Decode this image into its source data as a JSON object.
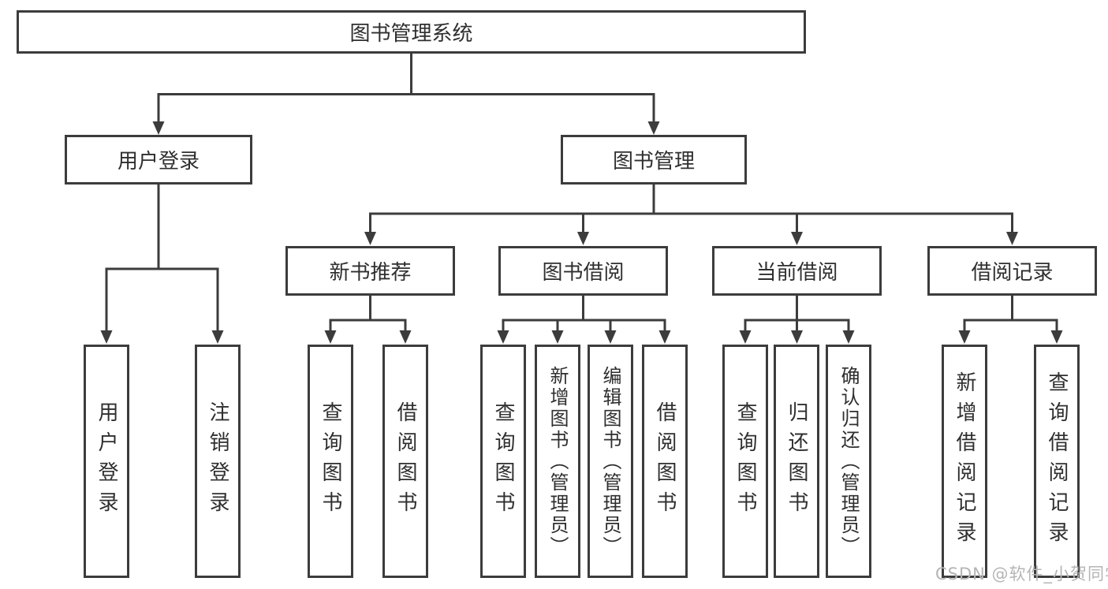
{
  "diagram_title": "图书管理系统",
  "tree": {
    "root": {
      "label": "图书管理系统"
    },
    "branches": [
      {
        "label": "用户登录",
        "children": [
          {
            "label": "用户登录"
          },
          {
            "label": "注销登录"
          }
        ]
      },
      {
        "label": "图书管理",
        "children": [
          {
            "label": "新书推荐",
            "children": [
              {
                "label": "查询图书"
              },
              {
                "label": "借阅图书"
              }
            ]
          },
          {
            "label": "图书借阅",
            "children": [
              {
                "label": "查询图书"
              },
              {
                "label": "新增图书（管理员）"
              },
              {
                "label": "编辑图书（管理员）"
              },
              {
                "label": "借阅图书"
              }
            ]
          },
          {
            "label": "当前借阅",
            "children": [
              {
                "label": "查询图书"
              },
              {
                "label": "归还图书"
              },
              {
                "label": "确认归还（管理员）"
              }
            ]
          },
          {
            "label": "借阅记录",
            "children": [
              {
                "label": "新增借阅记录"
              },
              {
                "label": "查询借阅记录"
              }
            ]
          }
        ]
      }
    ]
  },
  "watermark": {
    "text": "CSDN @软件_小贺同学"
  },
  "colors": {
    "line": "#3c3c3c",
    "text": "#2f2f2f",
    "watermark": "#b5b5b5",
    "background": "#ffffff"
  }
}
